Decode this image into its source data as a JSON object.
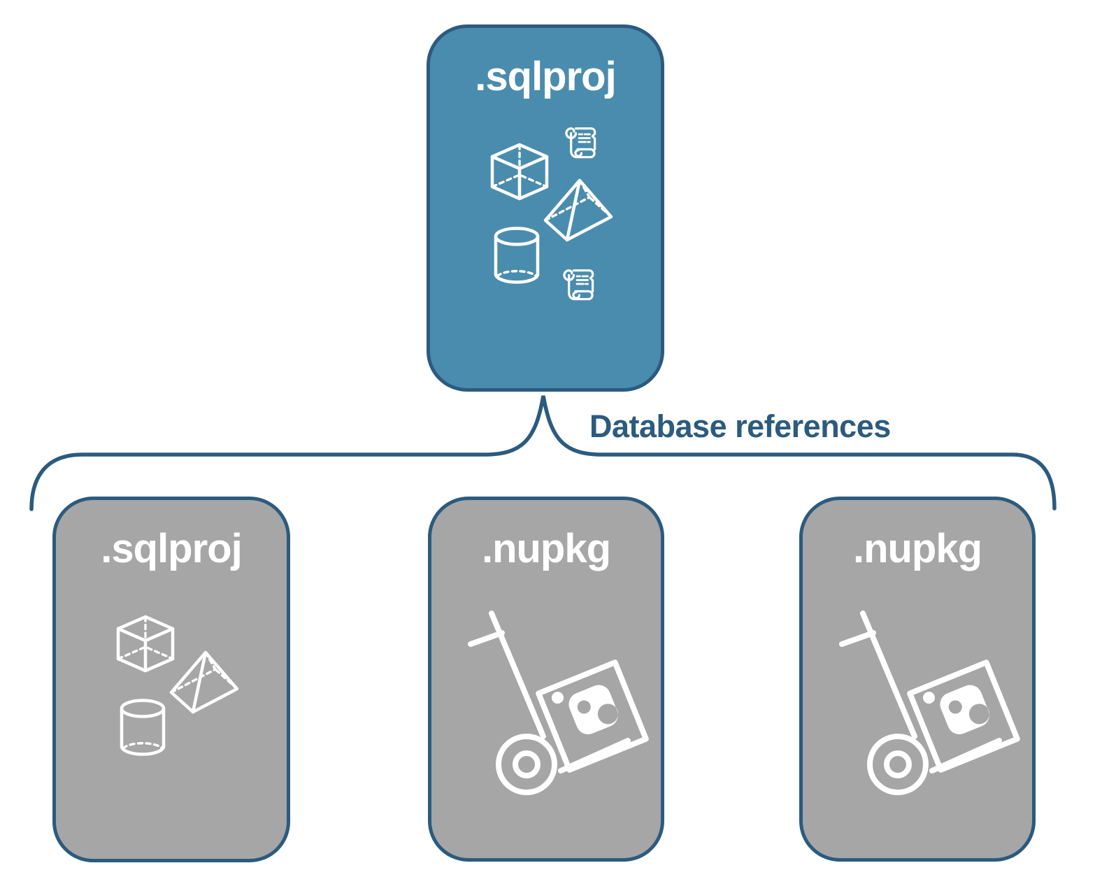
{
  "diagram": {
    "root_box": {
      "label": ".sqlproj"
    },
    "edge_label": "Database references",
    "child_boxes": [
      {
        "label": ".sqlproj"
      },
      {
        "label": ".nupkg"
      },
      {
        "label": ".nupkg"
      }
    ],
    "icons": {
      "root": [
        "script-scroll-icon",
        "cube-icon",
        "pyramid-icon",
        "database-cylinder-icon",
        "script-scroll-icon"
      ],
      "sqlproj_child": [
        "cube-icon",
        "pyramid-icon",
        "database-cylinder-icon"
      ],
      "nupkg_child": [
        "nuget-package-dolly-icon"
      ]
    },
    "colors": {
      "root_fill": "#4A8CAD",
      "child_fill": "#A6A6A6",
      "outline": "#2B5B7E",
      "icon": "#FFFFFF"
    }
  }
}
